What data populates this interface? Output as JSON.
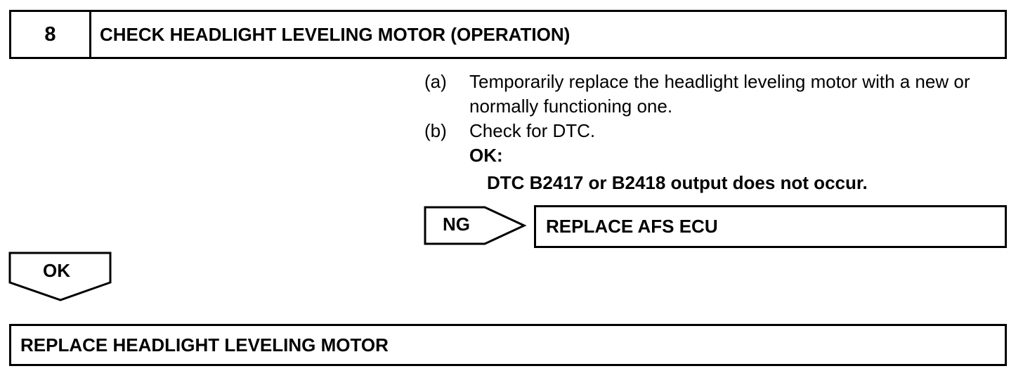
{
  "step": {
    "number": "8",
    "title": "CHECK HEADLIGHT LEVELING MOTOR (OPERATION)"
  },
  "instructions": [
    {
      "letter": "(a)",
      "text": "Temporarily replace the headlight leveling motor with a new or normally functioning one."
    },
    {
      "letter": "(b)",
      "text": "Check for DTC."
    }
  ],
  "ok_condition": {
    "label": "OK:",
    "text": "DTC B2417 or B2418 output does not occur."
  },
  "ng_branch": {
    "label": "NG",
    "result": "REPLACE AFS ECU"
  },
  "ok_branch": {
    "label": "OK",
    "result": "REPLACE HEADLIGHT LEVELING MOTOR"
  }
}
